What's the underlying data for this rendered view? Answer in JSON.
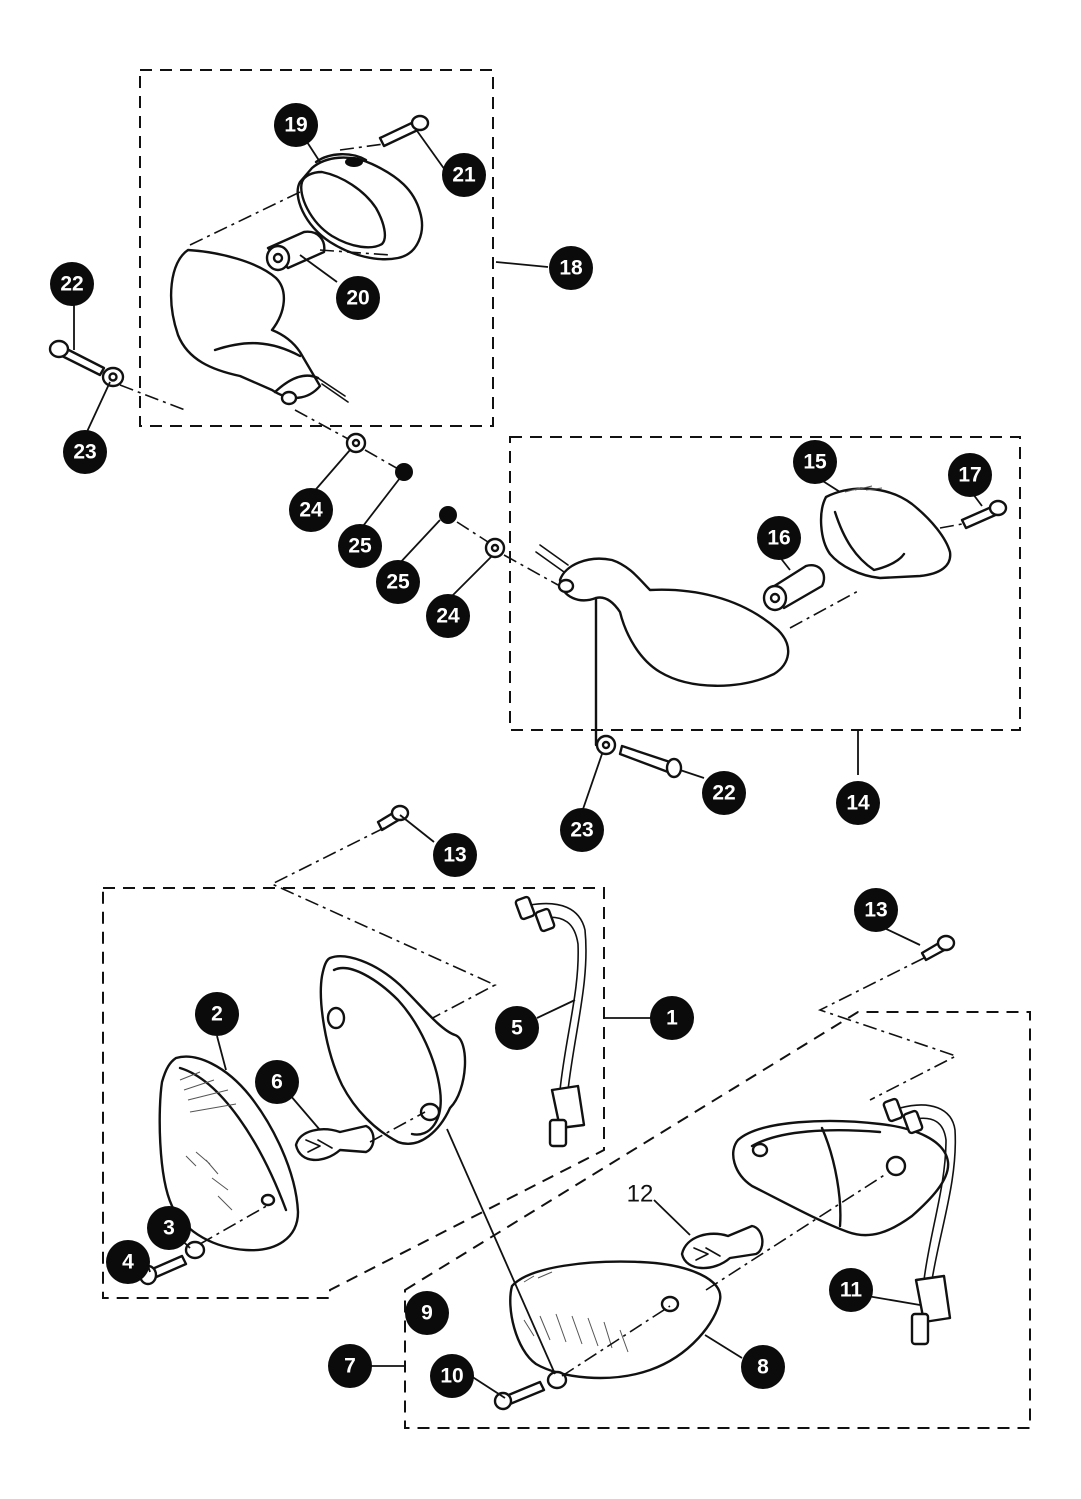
{
  "callouts": [
    {
      "id": "c19",
      "label": "19"
    },
    {
      "id": "c21",
      "label": "21"
    },
    {
      "id": "c18",
      "label": "18"
    },
    {
      "id": "c20",
      "label": "20"
    },
    {
      "id": "c22a",
      "label": "22"
    },
    {
      "id": "c23a",
      "label": "23"
    },
    {
      "id": "c24a",
      "label": "24"
    },
    {
      "id": "c25a",
      "label": "25"
    },
    {
      "id": "c15",
      "label": "15"
    },
    {
      "id": "c17",
      "label": "17"
    },
    {
      "id": "c16",
      "label": "16"
    },
    {
      "id": "c25b",
      "label": "25"
    },
    {
      "id": "c24b",
      "label": "24"
    },
    {
      "id": "c22b",
      "label": "22"
    },
    {
      "id": "c23b",
      "label": "23"
    },
    {
      "id": "c14",
      "label": "14"
    },
    {
      "id": "c13a",
      "label": "13"
    },
    {
      "id": "c13b",
      "label": "13"
    },
    {
      "id": "c1",
      "label": "1"
    },
    {
      "id": "c2",
      "label": "2"
    },
    {
      "id": "c5",
      "label": "5"
    },
    {
      "id": "c6",
      "label": "6"
    },
    {
      "id": "c3",
      "label": "3"
    },
    {
      "id": "c4",
      "label": "4"
    },
    {
      "id": "c11",
      "label": "11"
    },
    {
      "id": "c9",
      "label": "9"
    },
    {
      "id": "c7",
      "label": "7"
    },
    {
      "id": "c10",
      "label": "10"
    },
    {
      "id": "c8",
      "label": "8"
    }
  ],
  "plain_labels": [
    {
      "id": "p12",
      "label": "12"
    }
  ]
}
